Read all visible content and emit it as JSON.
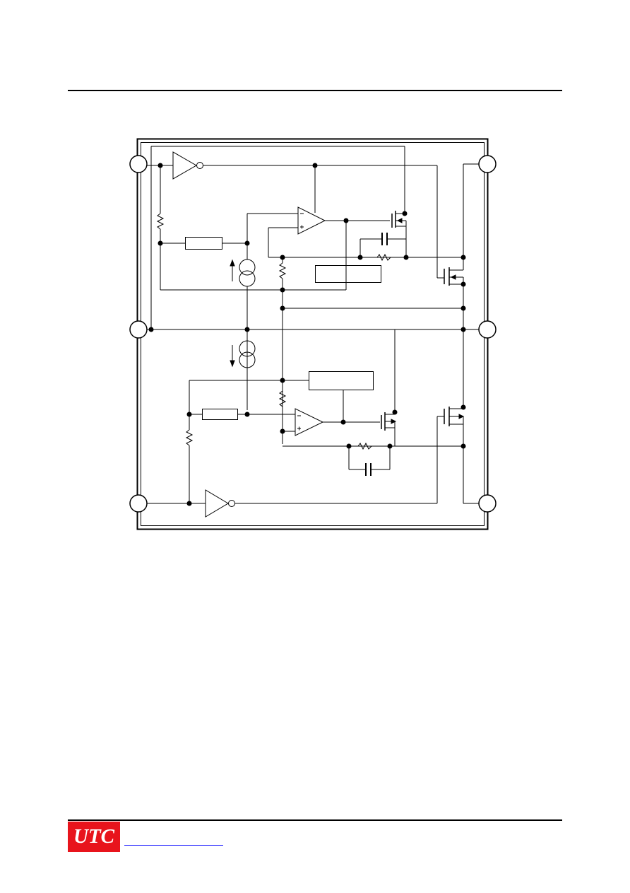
{
  "page": {
    "background": "#ffffff",
    "line_color": "#000000"
  },
  "footer": {
    "logo_text": "UTC",
    "logo_bg": "#e8141c",
    "logo_fg": "#ffffff",
    "link_color": "#2020ff"
  },
  "diagram": {
    "pins": [
      "pin-top-left",
      "pin-mid-left",
      "pin-bottom-left",
      "pin-top-right",
      "pin-mid-right",
      "pin-bottom-right"
    ]
  }
}
